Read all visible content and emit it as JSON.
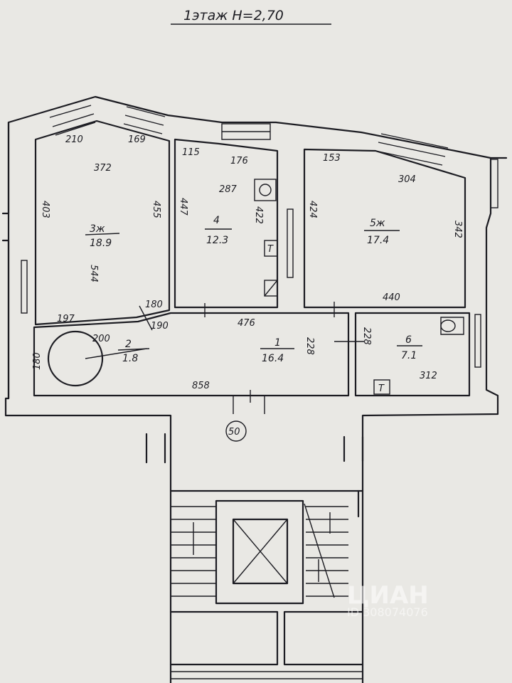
{
  "title": "1этаж  H=2,70",
  "rooms": [
    {
      "number": "3ж",
      "area": "18.9"
    },
    {
      "number": "4",
      "area": "12.3"
    },
    {
      "number": "5ж",
      "area": "17.4"
    },
    {
      "number": "2",
      "area": "1.8"
    },
    {
      "number": "1",
      "area": "16.4"
    },
    {
      "number": "6",
      "area": "7.1"
    }
  ],
  "dimensions": {
    "d210": "210",
    "d169": "169",
    "d372": "372",
    "d403": "403",
    "d455": "455",
    "d544": "544",
    "d197": "197",
    "d180a": "180",
    "d190": "190",
    "d115": "115",
    "d176": "176",
    "d287": "287",
    "d447": "447",
    "d422": "422",
    "d153": "153",
    "d304": "304",
    "d424": "424",
    "d342": "342",
    "d440": "440",
    "d476": "476",
    "d228a": "228",
    "d228b": "228",
    "d312": "312",
    "d200": "200",
    "d180b": "180",
    "d858": "858"
  },
  "fixtures": {
    "vent_a": "T",
    "vent_b": "T"
  },
  "apartment_number": "50",
  "watermark": {
    "brand": "ЦИАН",
    "id": "ID 308074076"
  }
}
